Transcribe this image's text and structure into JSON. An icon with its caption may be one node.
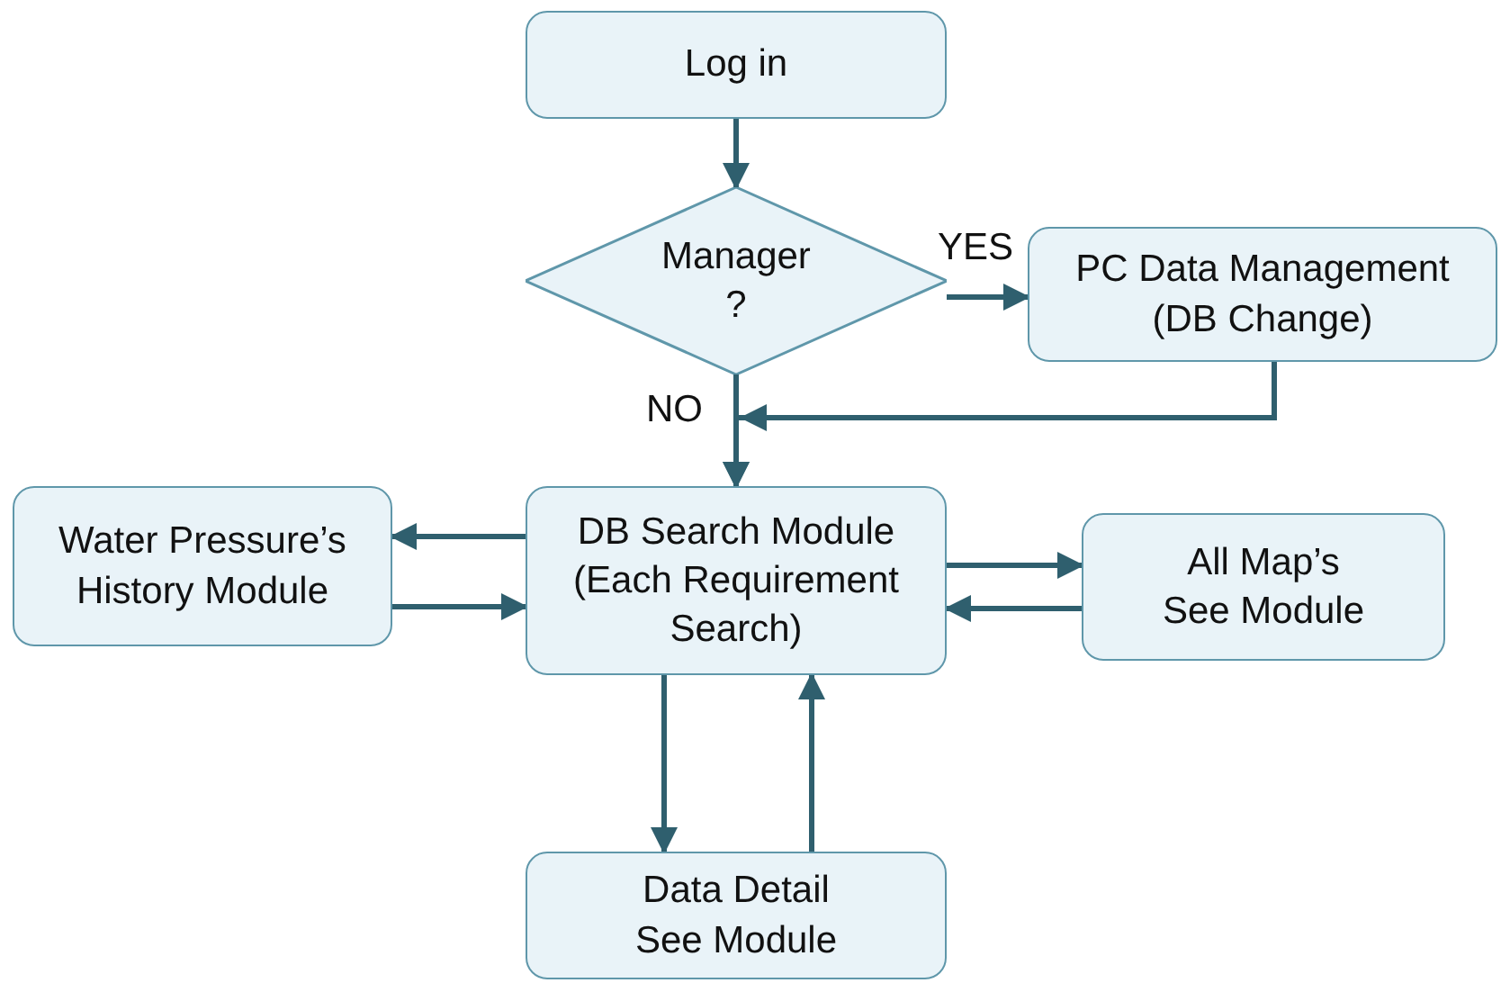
{
  "diagram": {
    "nodes": [
      {
        "text": [
          "Log in"
        ]
      },
      {
        "text": [
          "Manager ?"
        ]
      },
      {
        "text": [
          "PC Data Management (DB Change)"
        ]
      },
      {
        "text": [
          "DB Search Module (Each Requirement Search)"
        ]
      },
      {
        "text": [
          "Water Pressure’s History Module"
        ]
      },
      {
        "text": [
          "All Map’s See Module"
        ]
      },
      {
        "text": [
          "Data Detail See Module"
        ]
      }
    ],
    "edges": [
      {
        "from": 0,
        "to": 1,
        "arrow": "to"
      },
      {
        "from": 1,
        "to": 2,
        "arrow": "to",
        "label": "YES"
      },
      {
        "from": 1,
        "to": 3,
        "arrow": "to",
        "label": "NO"
      },
      {
        "from": 2,
        "to": 3,
        "arrow": "to"
      },
      {
        "from": 3,
        "to": 4,
        "arrow": "to"
      },
      {
        "from": 4,
        "to": 3,
        "arrow": "to"
      },
      {
        "from": 3,
        "to": 5,
        "arrow": "to"
      },
      {
        "from": 5,
        "to": 3,
        "arrow": "to"
      },
      {
        "from": 3,
        "to": 6,
        "arrow": "to"
      },
      {
        "from": 6,
        "to": 3,
        "arrow": "to"
      }
    ]
  }
}
